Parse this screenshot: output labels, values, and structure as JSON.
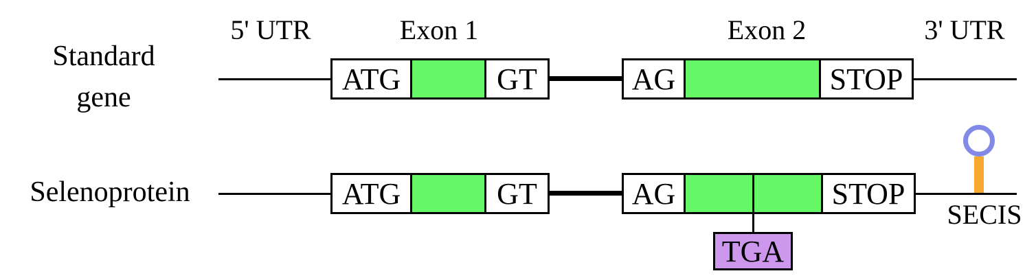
{
  "colors": {
    "background": "#FFFFFF",
    "line": "#000000",
    "box_fill": "#FFFFFF",
    "exon_fill": "#66F766",
    "tga_fill": "#CE97EE",
    "secis_stem": "#F7A82E",
    "secis_loop": "#8289E6"
  },
  "track_labels": {
    "five_prime_utr": "5' UTR",
    "exon1": "Exon 1",
    "exon2": "Exon 2",
    "three_prime_utr": "3' UTR"
  },
  "standard_gene": {
    "name_line1": "Standard",
    "name_line2": "gene",
    "start_codon": "ATG",
    "splice_donor": "GT",
    "splice_acceptor": "AG",
    "stop_codon": "STOP"
  },
  "selenoprotein": {
    "name": "Selenoprotein",
    "start_codon": "ATG",
    "splice_donor": "GT",
    "splice_acceptor": "AG",
    "stop_codon": "STOP",
    "sec_codon": "TGA",
    "secis": "SECIS"
  }
}
